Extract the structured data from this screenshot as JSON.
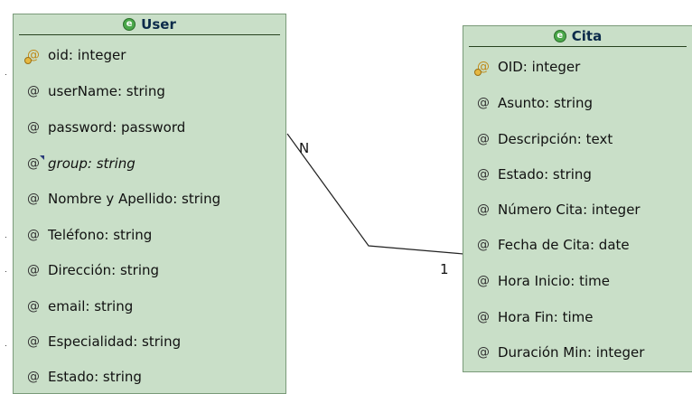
{
  "user": {
    "title": "User",
    "icon": "entity-icon",
    "attributes": [
      {
        "text": "oid: integer",
        "icon": "key-attribute-icon"
      },
      {
        "text": "userName: string",
        "icon": "attribute-icon"
      },
      {
        "text": "password: password",
        "icon": "attribute-icon"
      },
      {
        "text": "group: string",
        "icon": "derived-attribute-icon"
      },
      {
        "text": "Nombre y Apellido: string",
        "icon": "attribute-icon"
      },
      {
        "text": "Teléfono: string",
        "icon": "attribute-icon"
      },
      {
        "text": "Dirección: string",
        "icon": "attribute-icon"
      },
      {
        "text": "email: string",
        "icon": "attribute-icon"
      },
      {
        "text": "Especialidad: string",
        "icon": "attribute-icon"
      },
      {
        "text": "Estado: string",
        "icon": "attribute-icon"
      }
    ]
  },
  "cita": {
    "title": "Cita",
    "icon": "entity-icon",
    "attributes": [
      {
        "text": "OID: integer",
        "icon": "key-attribute-icon"
      },
      {
        "text": "Asunto: string",
        "icon": "attribute-icon"
      },
      {
        "text": "Descripción: text",
        "icon": "attribute-icon"
      },
      {
        "text": "Estado: string",
        "icon": "attribute-icon"
      },
      {
        "text": "Número Cita: integer",
        "icon": "attribute-icon"
      },
      {
        "text": "Fecha de Cita: date",
        "icon": "attribute-icon"
      },
      {
        "text": "Hora Inicio: time",
        "icon": "attribute-icon"
      },
      {
        "text": "Hora Fin: time",
        "icon": "attribute-icon"
      },
      {
        "text": "Duración Min: integer",
        "icon": "attribute-icon"
      }
    ]
  },
  "relationship": {
    "user_cardinality": "N",
    "cita_cardinality": "1"
  },
  "colors": {
    "entity_fill": "#c9dfc8",
    "entity_border": "#7a9a79",
    "title_text": "#0b2a4a",
    "entity_icon": "#4aa84a",
    "connector": "#222222"
  }
}
